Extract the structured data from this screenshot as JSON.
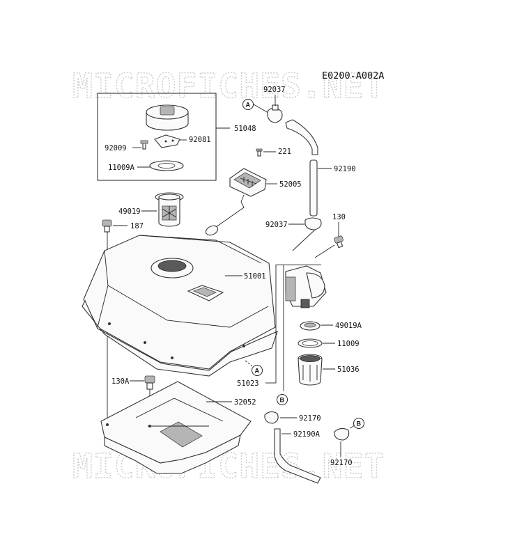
{
  "watermark": "MICROFICHES.NET",
  "diagram_code": "E0200-A002A",
  "callouts": {
    "a": "A",
    "b": "B"
  },
  "parts": {
    "p92037_top": "92037",
    "p51048": "51048",
    "p92081": "92081",
    "p92009": "92009",
    "p11009A": "11009A",
    "p221": "221",
    "p92190": "92190",
    "p52005": "52005",
    "p49019": "49019",
    "p187": "187",
    "p92037_mid": "92037",
    "p130": "130",
    "p51001": "51001",
    "p49019A": "49019A",
    "p11009": "11009",
    "p51036": "51036",
    "p51023": "51023",
    "p130A": "130A",
    "p32052": "32052",
    "p92170_a": "92170",
    "p92190A": "92190A",
    "p92170_b": "92170"
  }
}
